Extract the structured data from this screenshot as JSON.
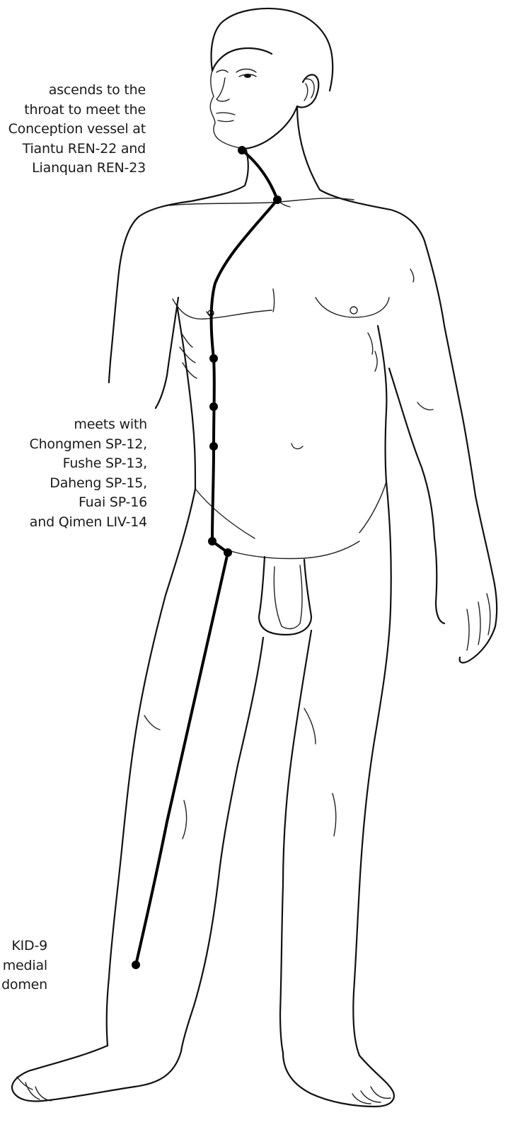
{
  "labels": {
    "top": [
      "ascends to the",
      "throat to meet the",
      "Conception vessel at",
      "Tiantu REN-22 and",
      "Lianquan REN-23"
    ],
    "middle": [
      "meets with",
      "Chongmen SP-12,",
      "Fushe SP-13,",
      "Daheng SP-15,",
      "Fuai SP-16",
      "and Qimen LIV-14"
    ],
    "bottom": [
      "KID-9",
      "medial",
      "domen"
    ]
  },
  "colors": {
    "ink": "#111111",
    "channel": "#000000",
    "background": "#ffffff"
  }
}
